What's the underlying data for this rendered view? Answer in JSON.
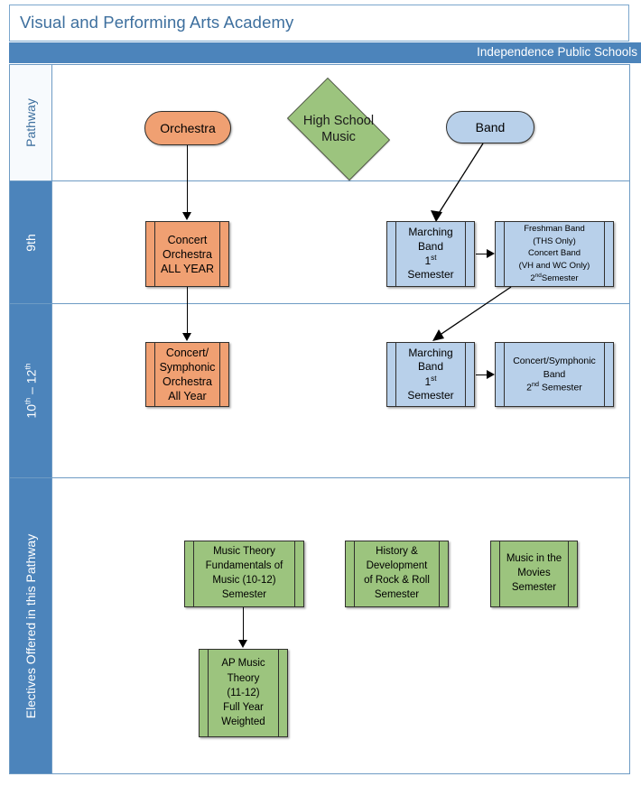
{
  "header": {
    "title": "Visual and Performing Arts Academy",
    "subtitle": "Independence Public Schools"
  },
  "rows": [
    {
      "id": "pathway",
      "label": "Pathway"
    },
    {
      "id": "grade9",
      "label": "9th"
    },
    {
      "id": "grade1012",
      "label": "10th – 12th"
    },
    {
      "id": "electives",
      "label": "Electives Offered in this Pathway"
    }
  ],
  "row_labels": {
    "pathway": "Pathway",
    "grade9": "9th",
    "grade1012_main": "10",
    "grade1012_sup1": "th",
    "grade1012_mid": " – 12",
    "grade1012_sup2": "th",
    "electives": "Electives Offered in this Pathway"
  },
  "pathway_nodes": [
    {
      "id": "orchestra",
      "label": "Orchestra",
      "shape": "pill",
      "color": "#f0a072"
    },
    {
      "id": "high-school-music",
      "label": "High School\nMusic",
      "shape": "diamond",
      "color": "#9cc47e"
    },
    {
      "id": "band",
      "label": "Band",
      "shape": "pill",
      "color": "#b8d0ea"
    }
  ],
  "grade9_nodes": [
    {
      "id": "concert-orchestra",
      "lines": [
        "Concert",
        "Orchestra",
        "ALL YEAR"
      ],
      "color": "#f0a072"
    },
    {
      "id": "marching-band-9",
      "lines": [
        "Marching",
        "Band",
        "1st",
        "Semester"
      ],
      "color": "#b8d0ea"
    },
    {
      "id": "freshman-band",
      "lines": [
        "Freshman Band",
        "(THS Only)",
        "Concert Band",
        "(VH and WC Only)",
        "2nd Semester"
      ],
      "color": "#b8d0ea"
    }
  ],
  "grade1012_nodes": [
    {
      "id": "concert-symphonic-orchestra",
      "lines": [
        "Concert/",
        "Symphonic",
        "Orchestra",
        "All Year"
      ],
      "color": "#f0a072"
    },
    {
      "id": "marching-band-1012",
      "lines": [
        "Marching",
        "Band",
        "1st",
        "Semester"
      ],
      "color": "#b8d0ea"
    },
    {
      "id": "concert-symphonic-band",
      "lines": [
        "Concert/Symphonic",
        "Band",
        "2nd Semester"
      ],
      "color": "#b8d0ea"
    }
  ],
  "elective_nodes": [
    {
      "id": "music-theory",
      "lines": [
        "Music Theory",
        "Fundamentals of",
        "Music (10-12)",
        "Semester"
      ],
      "color": "#9cc47e"
    },
    {
      "id": "rock-and-roll",
      "lines": [
        "History &",
        "Development",
        "of Rock & Roll",
        "Semester"
      ],
      "color": "#9cc47e"
    },
    {
      "id": "music-movies",
      "lines": [
        "Music in the",
        "Movies",
        "Semester"
      ],
      "color": "#9cc47e"
    },
    {
      "id": "ap-music-theory",
      "lines": [
        "AP Music",
        "Theory",
        "(11-12)",
        "Full Year",
        "Weighted"
      ],
      "color": "#9cc47e"
    }
  ],
  "node_text": {
    "orchestra": "Orchestra",
    "band": "Band",
    "high_school_music_l1": "High School",
    "high_school_music_l2": "Music",
    "concert_orchestra_l1": "Concert",
    "concert_orchestra_l2": "Orchestra",
    "concert_orchestra_l3": "ALL YEAR",
    "marching_band_l1": "Marching",
    "marching_band_l2": "Band",
    "marching_band_l3_num": "1",
    "marching_band_l3_sup": "st",
    "marching_band_l4": "Semester",
    "freshman_band_l1": "Freshman Band",
    "freshman_band_l2": "(THS Only)",
    "freshman_band_l3": "Concert Band",
    "freshman_band_l4": "(VH and WC Only)",
    "freshman_band_l5_num": "2",
    "freshman_band_l5_sup": "nd",
    "freshman_band_l5_rest": "Semester",
    "cso_l1": "Concert/",
    "cso_l2": "Symphonic",
    "cso_l3": "Orchestra",
    "cso_l4": "All Year",
    "csb_l1": "Concert/Symphonic",
    "csb_l2": "Band",
    "csb_l3_num": "2",
    "csb_l3_sup": "nd",
    "csb_l3_rest": " Semester",
    "music_theory_l1": "Music Theory",
    "music_theory_l2": "Fundamentals of",
    "music_theory_l3": "Music (10-12)",
    "music_theory_l4": "Semester",
    "rock_l1": "History &",
    "rock_l2": "Development",
    "rock_l3": "of Rock & Roll",
    "rock_l4": "Semester",
    "movies_l1": "Music in the",
    "movies_l2": "Movies",
    "movies_l3": "Semester",
    "ap_l1": "AP Music",
    "ap_l2": "Theory",
    "ap_l3": "(11-12)",
    "ap_l4": "Full Year",
    "ap_l5": "Weighted"
  },
  "colors": {
    "accent_blue": "#4c84bb",
    "title_blue": "#3d6f9e",
    "border_blue": "#6e9bc4",
    "orange": "#f0a072",
    "light_blue": "#b8d0ea",
    "green": "#9cc47e",
    "outline": "#31302e"
  }
}
